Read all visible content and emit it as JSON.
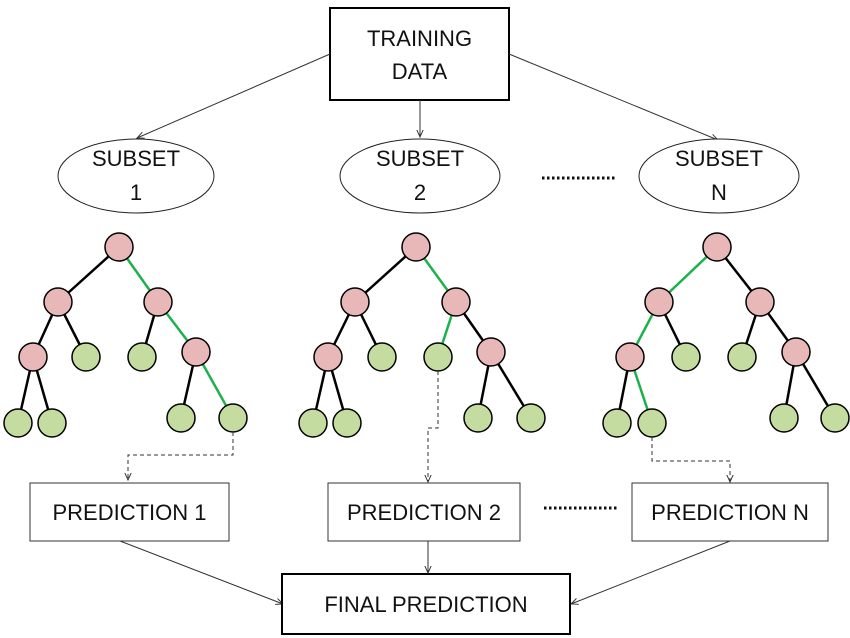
{
  "training_data": {
    "line1": "TRAINING",
    "line2": "DATA"
  },
  "subsets": [
    {
      "line1": "SUBSET",
      "line2": "1"
    },
    {
      "line1": "SUBSET",
      "line2": "2"
    },
    {
      "line1": "SUBSET",
      "line2": "N"
    }
  ],
  "predictions": [
    "PREDICTION 1",
    "PREDICTION 2",
    "PREDICTION N"
  ],
  "final_prediction": "FINAL PREDICTION",
  "colors": {
    "internal_node": "#e8b8b8",
    "leaf_node": "#c4dca0",
    "decision_path": "#1db14b"
  }
}
